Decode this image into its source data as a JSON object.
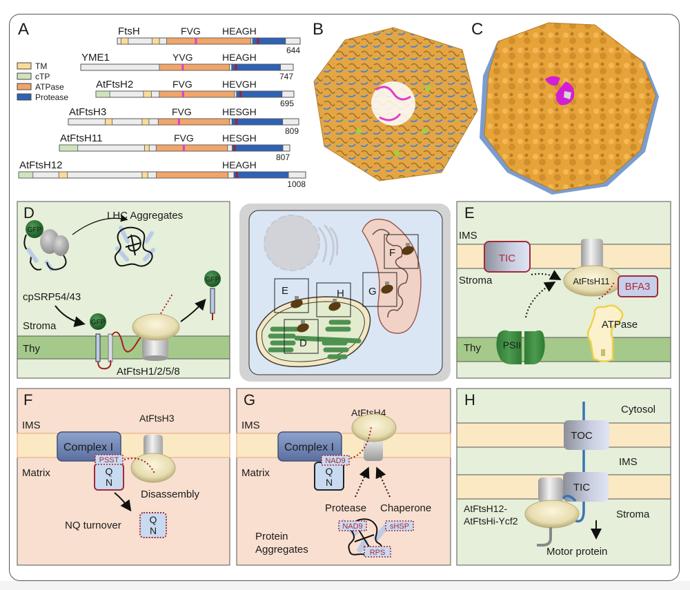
{
  "figure": {
    "panels": {
      "A": {
        "letter": "A",
        "legend": [
          {
            "label": "TM",
            "color": "#f9dc98"
          },
          {
            "label": "cTP",
            "color": "#cfe3bf"
          },
          {
            "label": "ATPase",
            "color": "#f0a56a"
          },
          {
            "label": "Protease",
            "color": "#2e62b4"
          }
        ],
        "proteins": [
          {
            "name": "FtsH",
            "length": "644",
            "motif1": "FVG",
            "motif2": "HEAGH",
            "domains": [
              {
                "type": "TM",
                "start": 0.02,
                "end": 0.06
              },
              {
                "type": "TM",
                "start": 0.19,
                "end": 0.23
              },
              {
                "type": "ATPase",
                "start": 0.27,
                "end": 0.73
              },
              {
                "type": "Protease",
                "start": 0.74,
                "end": 0.92
              }
            ],
            "m1": 0.43,
            "m2": 0.77
          },
          {
            "name": "YME1",
            "length": "747",
            "motif1": "YVG",
            "motif2": "HEAGH",
            "domains": [
              {
                "type": "ATPase",
                "start": 0.37,
                "end": 0.7
              },
              {
                "type": "Protease",
                "start": 0.71,
                "end": 0.94
              }
            ],
            "m1": 0.48,
            "m2": 0.73
          },
          {
            "name": "AtFtsH2",
            "length": "695",
            "motif1": "FVG",
            "motif2": "HEVGH",
            "domains": [
              {
                "type": "cTP",
                "start": 0.0,
                "end": 0.07
              },
              {
                "type": "TM",
                "start": 0.24,
                "end": 0.28
              },
              {
                "type": "ATPase",
                "start": 0.32,
                "end": 0.7
              },
              {
                "type": "Protease",
                "start": 0.71,
                "end": 0.94
              }
            ],
            "m1": 0.44,
            "m2": 0.73
          },
          {
            "name": "AtFtsH3",
            "length": "809",
            "motif1": "FVG",
            "motif2": "HESGH",
            "domains": [
              {
                "type": "TM",
                "start": 0.16,
                "end": 0.19
              },
              {
                "type": "TM",
                "start": 0.32,
                "end": 0.35
              },
              {
                "type": "ATPase",
                "start": 0.39,
                "end": 0.7
              },
              {
                "type": "Protease",
                "start": 0.71,
                "end": 0.93
              }
            ],
            "m1": 0.48,
            "m2": 0.73
          },
          {
            "name": "AtFtsH11",
            "length": "807",
            "motif1": "FVG",
            "motif2": "HESGH",
            "domains": [
              {
                "type": "cTP",
                "start": 0.0,
                "end": 0.08
              },
              {
                "type": "TM",
                "start": 0.37,
                "end": 0.39
              },
              {
                "type": "ATPase",
                "start": 0.42,
                "end": 0.73
              },
              {
                "type": "Protease",
                "start": 0.75,
                "end": 0.97
              }
            ],
            "m1": 0.54,
            "m2": 0.76
          },
          {
            "name": "AtFtsH12",
            "length": "1008",
            "motif1": "",
            "motif2": "HEAGH",
            "domains": [
              {
                "type": "cTP",
                "start": 0.0,
                "end": 0.05
              },
              {
                "type": "TM",
                "start": 0.14,
                "end": 0.17
              },
              {
                "type": "TM",
                "start": 0.43,
                "end": 0.45
              },
              {
                "type": "ATPase",
                "start": 0.48,
                "end": 0.73
              },
              {
                "type": "Protease",
                "start": 0.75,
                "end": 0.94
              }
            ],
            "m1": null,
            "m2": 0.76
          }
        ],
        "motif_colors": {
          "walker": "#e23cc9",
          "hexxh": "#9b2335"
        }
      },
      "B": {
        "letter": "B",
        "description": "Cartoon structure of FtsH hexamer"
      },
      "C": {
        "letter": "C",
        "description": "Surface structure of FtsH hexamer"
      },
      "D": {
        "letter": "D",
        "title": "LHC Aggregates",
        "gfp": "GFP",
        "chaperone": "cpSRP54/43",
        "stroma": "Stroma",
        "thy": "Thy",
        "protease": "AtFtsH1/2/5/8"
      },
      "cell": {
        "labels": [
          "E",
          "H",
          "G",
          "F",
          "D"
        ]
      },
      "E": {
        "letter": "E",
        "ims": "IMS",
        "tic": "TIC",
        "stroma": "Stroma",
        "protease": "AtFtsH11",
        "bfa3": "BFA3",
        "atpase": "ATPase",
        "psii": "PSII",
        "thy": "Thy"
      },
      "F": {
        "letter": "F",
        "ims": "IMS",
        "protease": "AtFtsH3",
        "complex": "Complex I",
        "psst": "PSST",
        "matrix": "Matrix",
        "q": "Q",
        "n": "N",
        "disassembly": "Disassembly",
        "turnover": "NQ turnover"
      },
      "G": {
        "letter": "G",
        "protease": "AtFtsH4",
        "ims": "IMS",
        "complex": "Complex I",
        "nad9": "NAD9",
        "matrix": "Matrix",
        "q": "Q",
        "n": "N",
        "protease_label": "Protease",
        "chaperone_label": "Chaperone",
        "aggregates1": "Protein",
        "aggregates2": "Aggregates",
        "shsp": "sHSP",
        "rps": "RPS"
      },
      "H": {
        "letter": "H",
        "cytosol": "Cytosol",
        "toc": "TOC",
        "ims": "IMS",
        "tic": "TIC",
        "complex1": "AtFtsH12-",
        "complex2": "AtFtsHi-Ycf2",
        "stroma": "Stroma",
        "motor": "Motor protein"
      }
    }
  }
}
